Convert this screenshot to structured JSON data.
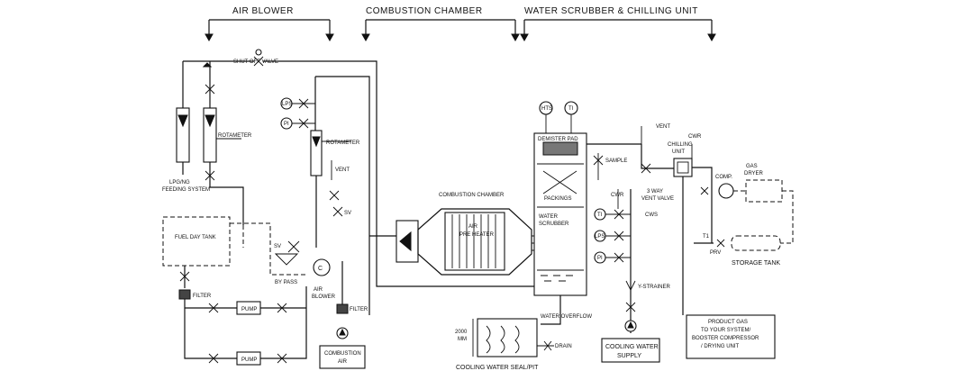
{
  "sections": {
    "air_blower": "AIR BLOWER",
    "combustion_chamber": "COMBUSTION CHAMBER",
    "water_scrubber": "WATER SCRUBBER & CHILLING UNIT"
  },
  "labels": {
    "shut_off_valve": "SHUT OFF VALVE",
    "rotameter_1": "ROTAMETER",
    "rotameter_2": "ROTAMETER",
    "lpg_ng_1": "LPG/NG",
    "lpg_ng_2": "FEEDING SYSTEM",
    "fuel_day_tank": "FUEL DAY TANK",
    "filter_1": "FILTER",
    "filter_2": "FILTER",
    "pump_1": "PUMP",
    "pump_2": "PUMP",
    "by_pass": "BY PASS",
    "sv_1": "SV",
    "sv_2": "SV",
    "lps_1": "LPS",
    "lps_2": "LPS",
    "pi_1": "PI",
    "pi_2": "PI",
    "vent_1": "VENT",
    "vent_2": "VENT",
    "air_blower": "AIR",
    "air_blower_2": "BLOWER",
    "combustion_air_1": "COMBUSTION",
    "combustion_air_2": "AIR",
    "combustion_chamber_label": "COMBUSTION CHAMBER",
    "air_pre_heater_1": "AIR",
    "air_pre_heater_2": "PRE HEATER",
    "hts": "HTS",
    "ti_1": "TI",
    "ti_2": "TI",
    "demister_pad": "DEMISTER PAD",
    "packings": "PACKINGS",
    "water_scrubber_1": "WATER",
    "water_scrubber_2": "SCRUBBER",
    "sample": "SAMPLE",
    "cwr_1": "CWR",
    "cwr_2": "CWR",
    "cws": "CWS",
    "chilling_unit_1": "CHILLING",
    "chilling_unit_2": "UNIT",
    "three_way_valve_1": "3 WAY",
    "three_way_valve_2": "VENT VALVE",
    "comp": "COMP.",
    "gas_dryer_1": "GAS",
    "gas_dryer_2": "DRYER",
    "t1": "T1",
    "prv": "PRV",
    "storage_tank": "STORAGE TANK",
    "y_strainer": "Y-STRAINER",
    "water_overflow": "WATER OVERFLOW",
    "drain": "DRAIN",
    "dim_2000": "2000",
    "dim_mm": "MM",
    "cooling_water_seal": "COOLING WATER SEAL/PIT",
    "cooling_water_supply_1": "COOLING WATER",
    "cooling_water_supply_2": "SUPPLY",
    "product_gas_1": "PRODUCT GAS",
    "product_gas_2": "TO YOUR SYSTEM/",
    "product_gas_3": "BOOSTER COMPRESSOR",
    "product_gas_4": "/ DRYING UNIT"
  }
}
